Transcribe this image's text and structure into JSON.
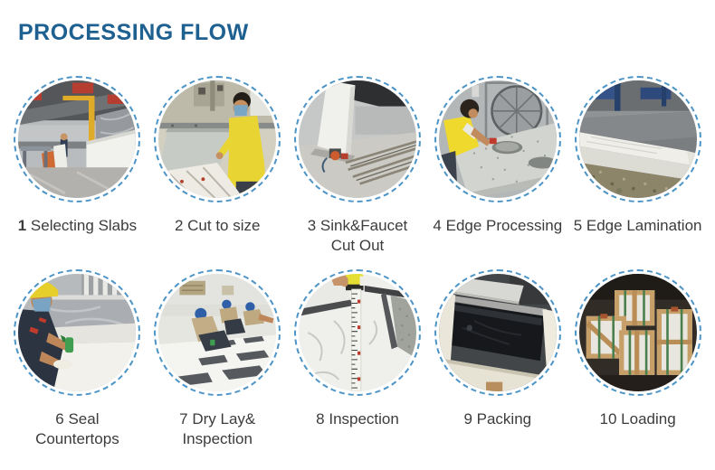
{
  "title": "PROCESSING FLOW",
  "colors": {
    "title": "#1e6191",
    "caption": "#3c3c3c",
    "circle_border": "#4d94c6"
  },
  "steps": [
    {
      "num": "1",
      "label": "Selecting Slabs",
      "photo": "factory-slab-selection"
    },
    {
      "num": "2",
      "label": "Cut to size",
      "photo": "cutting-machine-worker"
    },
    {
      "num": "3",
      "label": "Sink&Faucet\nCut Out",
      "photo": "sink-faucet-cutout-machine"
    },
    {
      "num": "4",
      "label": "Edge Processing",
      "photo": "worker-edge-processing"
    },
    {
      "num": "5",
      "label": "Edge Lamination",
      "photo": "laminated-stone-edge"
    },
    {
      "num": "6",
      "label": "Seal\nCountertops",
      "photo": "worker-sealing-countertop"
    },
    {
      "num": "7",
      "label": "Dry Lay&\nInspection",
      "photo": "workers-dry-laying-slabs"
    },
    {
      "num": "8",
      "label": "Inspection",
      "photo": "tape-measure-on-marble"
    },
    {
      "num": "9",
      "label": "Packing",
      "photo": "packed-black-countertop"
    },
    {
      "num": "10",
      "label": "Loading",
      "photo": "wooden-crates-in-container"
    }
  ]
}
